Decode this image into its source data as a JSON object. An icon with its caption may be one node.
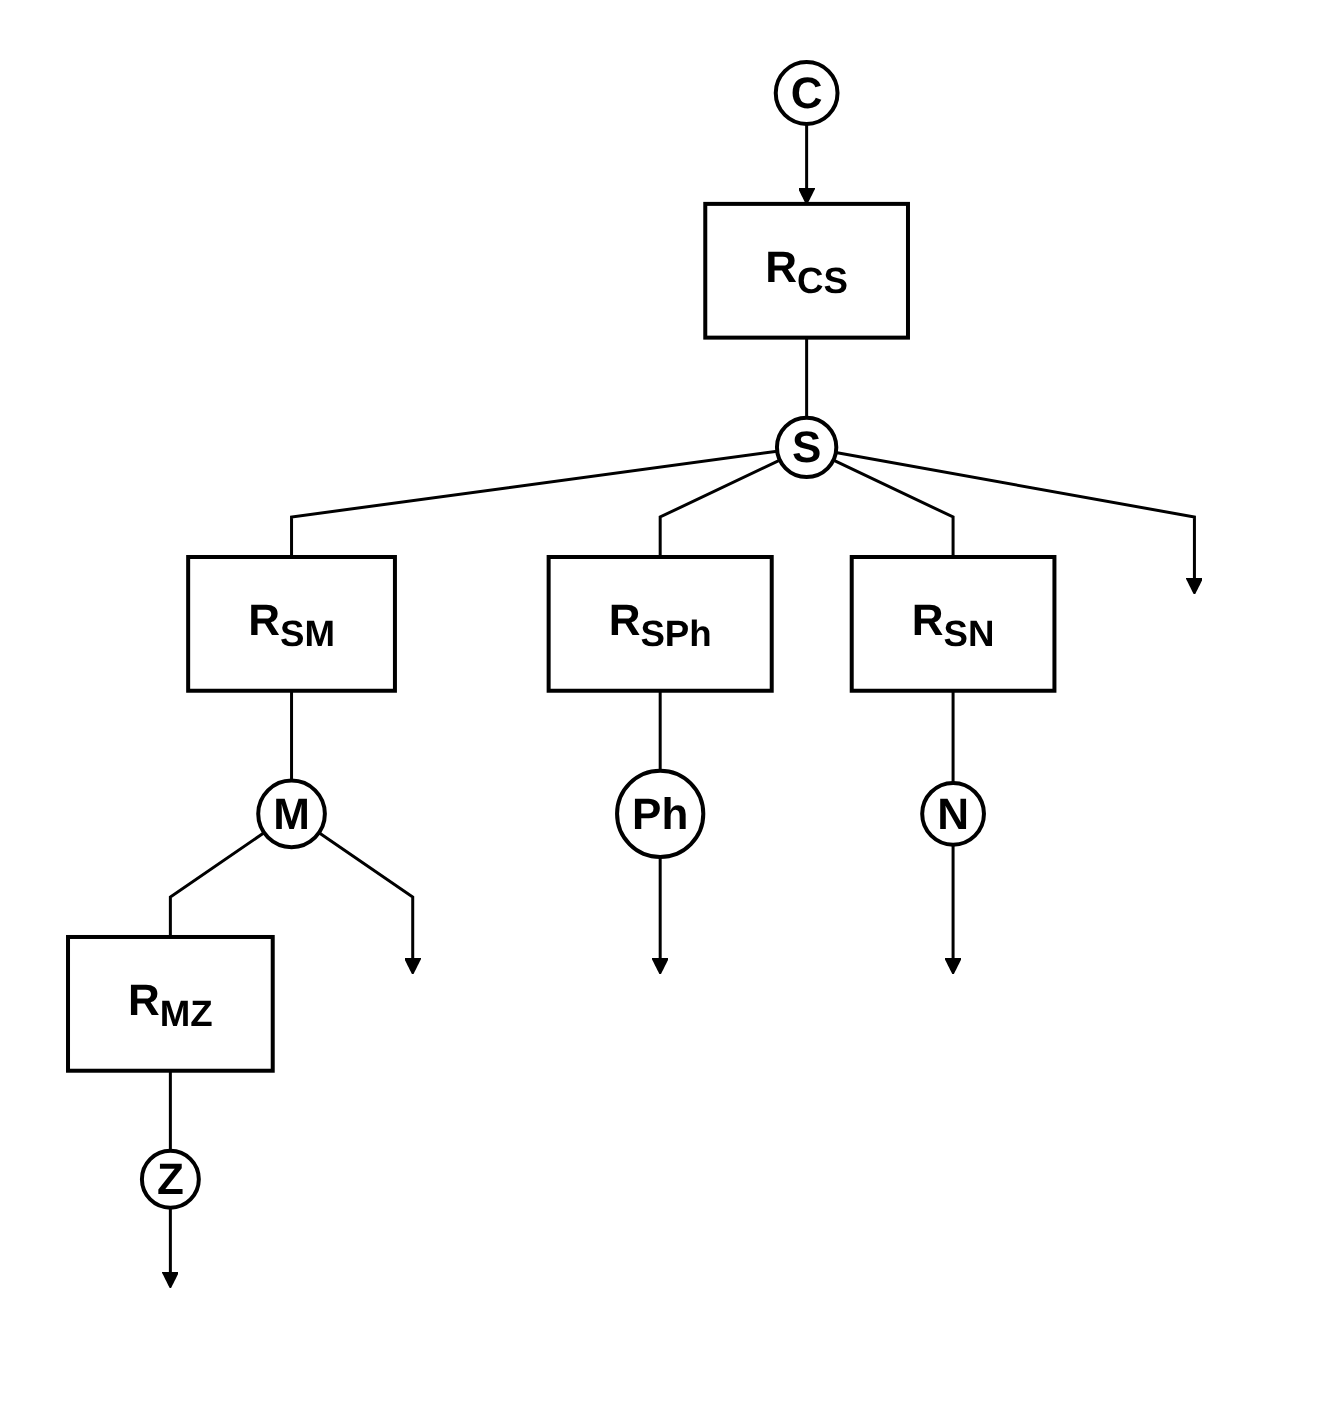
{
  "diagram": {
    "nodes": [
      {
        "text": [
          "C"
        ]
      },
      {
        "text": [
          "R$_{CS}$"
        ]
      },
      {
        "text": [
          "S"
        ]
      },
      {
        "text": [
          "R$_{SM}$"
        ]
      },
      {
        "text": [
          "M"
        ]
      },
      {
        "text": [
          "R$_{MZ}$"
        ]
      },
      {
        "text": [
          "R$_{SPh}$"
        ]
      },
      {
        "text": [
          "R$_{SN}$"
        ]
      },
      {
        "text": [
          "Z"
        ]
      },
      {
        "text": [
          "Ph"
        ]
      },
      {
        "text": [
          "N"
        ]
      }
    ],
    "edges": [
      {
        "from": 0,
        "to": 1,
        "arrow": "to"
      },
      {
        "from": 1,
        "to": 2,
        "arrow": "none"
      },
      {
        "from": 2,
        "to": 3,
        "arrow": "none"
      },
      {
        "from": 2,
        "to": 6,
        "arrow": "none"
      },
      {
        "from": 2,
        "to": null,
        "arrow": "to"
      },
      {
        "from": 2,
        "to": 7,
        "arrow": "none"
      },
      {
        "from": 3,
        "to": 4,
        "arrow": "none"
      },
      {
        "from": 4,
        "to": 5,
        "arrow": "none"
      },
      {
        "from": 4,
        "to": null,
        "arrow": "to"
      },
      {
        "from": 5,
        "to": 8,
        "arrow": "none"
      },
      {
        "from": 6,
        "to": 9,
        "arrow": "none"
      },
      {
        "from": 7,
        "to": 10,
        "arrow": "none"
      },
      {
        "from": 8,
        "to": null,
        "arrow": "to"
      },
      {
        "from": 9,
        "to": null,
        "arrow": "to"
      },
      {
        "from": 10,
        "to": null,
        "arrow": "to"
      }
    ]
  }
}
